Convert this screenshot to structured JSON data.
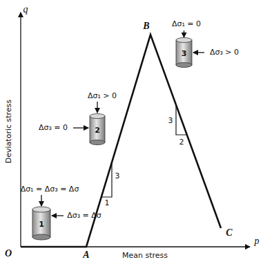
{
  "diagram": {
    "labels": [
      "q",
      "p",
      "Deviatoric stress",
      "Mean stress",
      "O",
      "A",
      "B",
      "C",
      "3",
      "1",
      "3",
      "2",
      "Δσ₁ = Δσ₃ = Δσ",
      "Δσ₃ = Δσ",
      "1",
      "Δσ₁ > 0",
      "Δσ₃ = 0",
      "2",
      "Δσ₁ = 0",
      "Δσ₃ > 0",
      "3"
    ]
  }
}
